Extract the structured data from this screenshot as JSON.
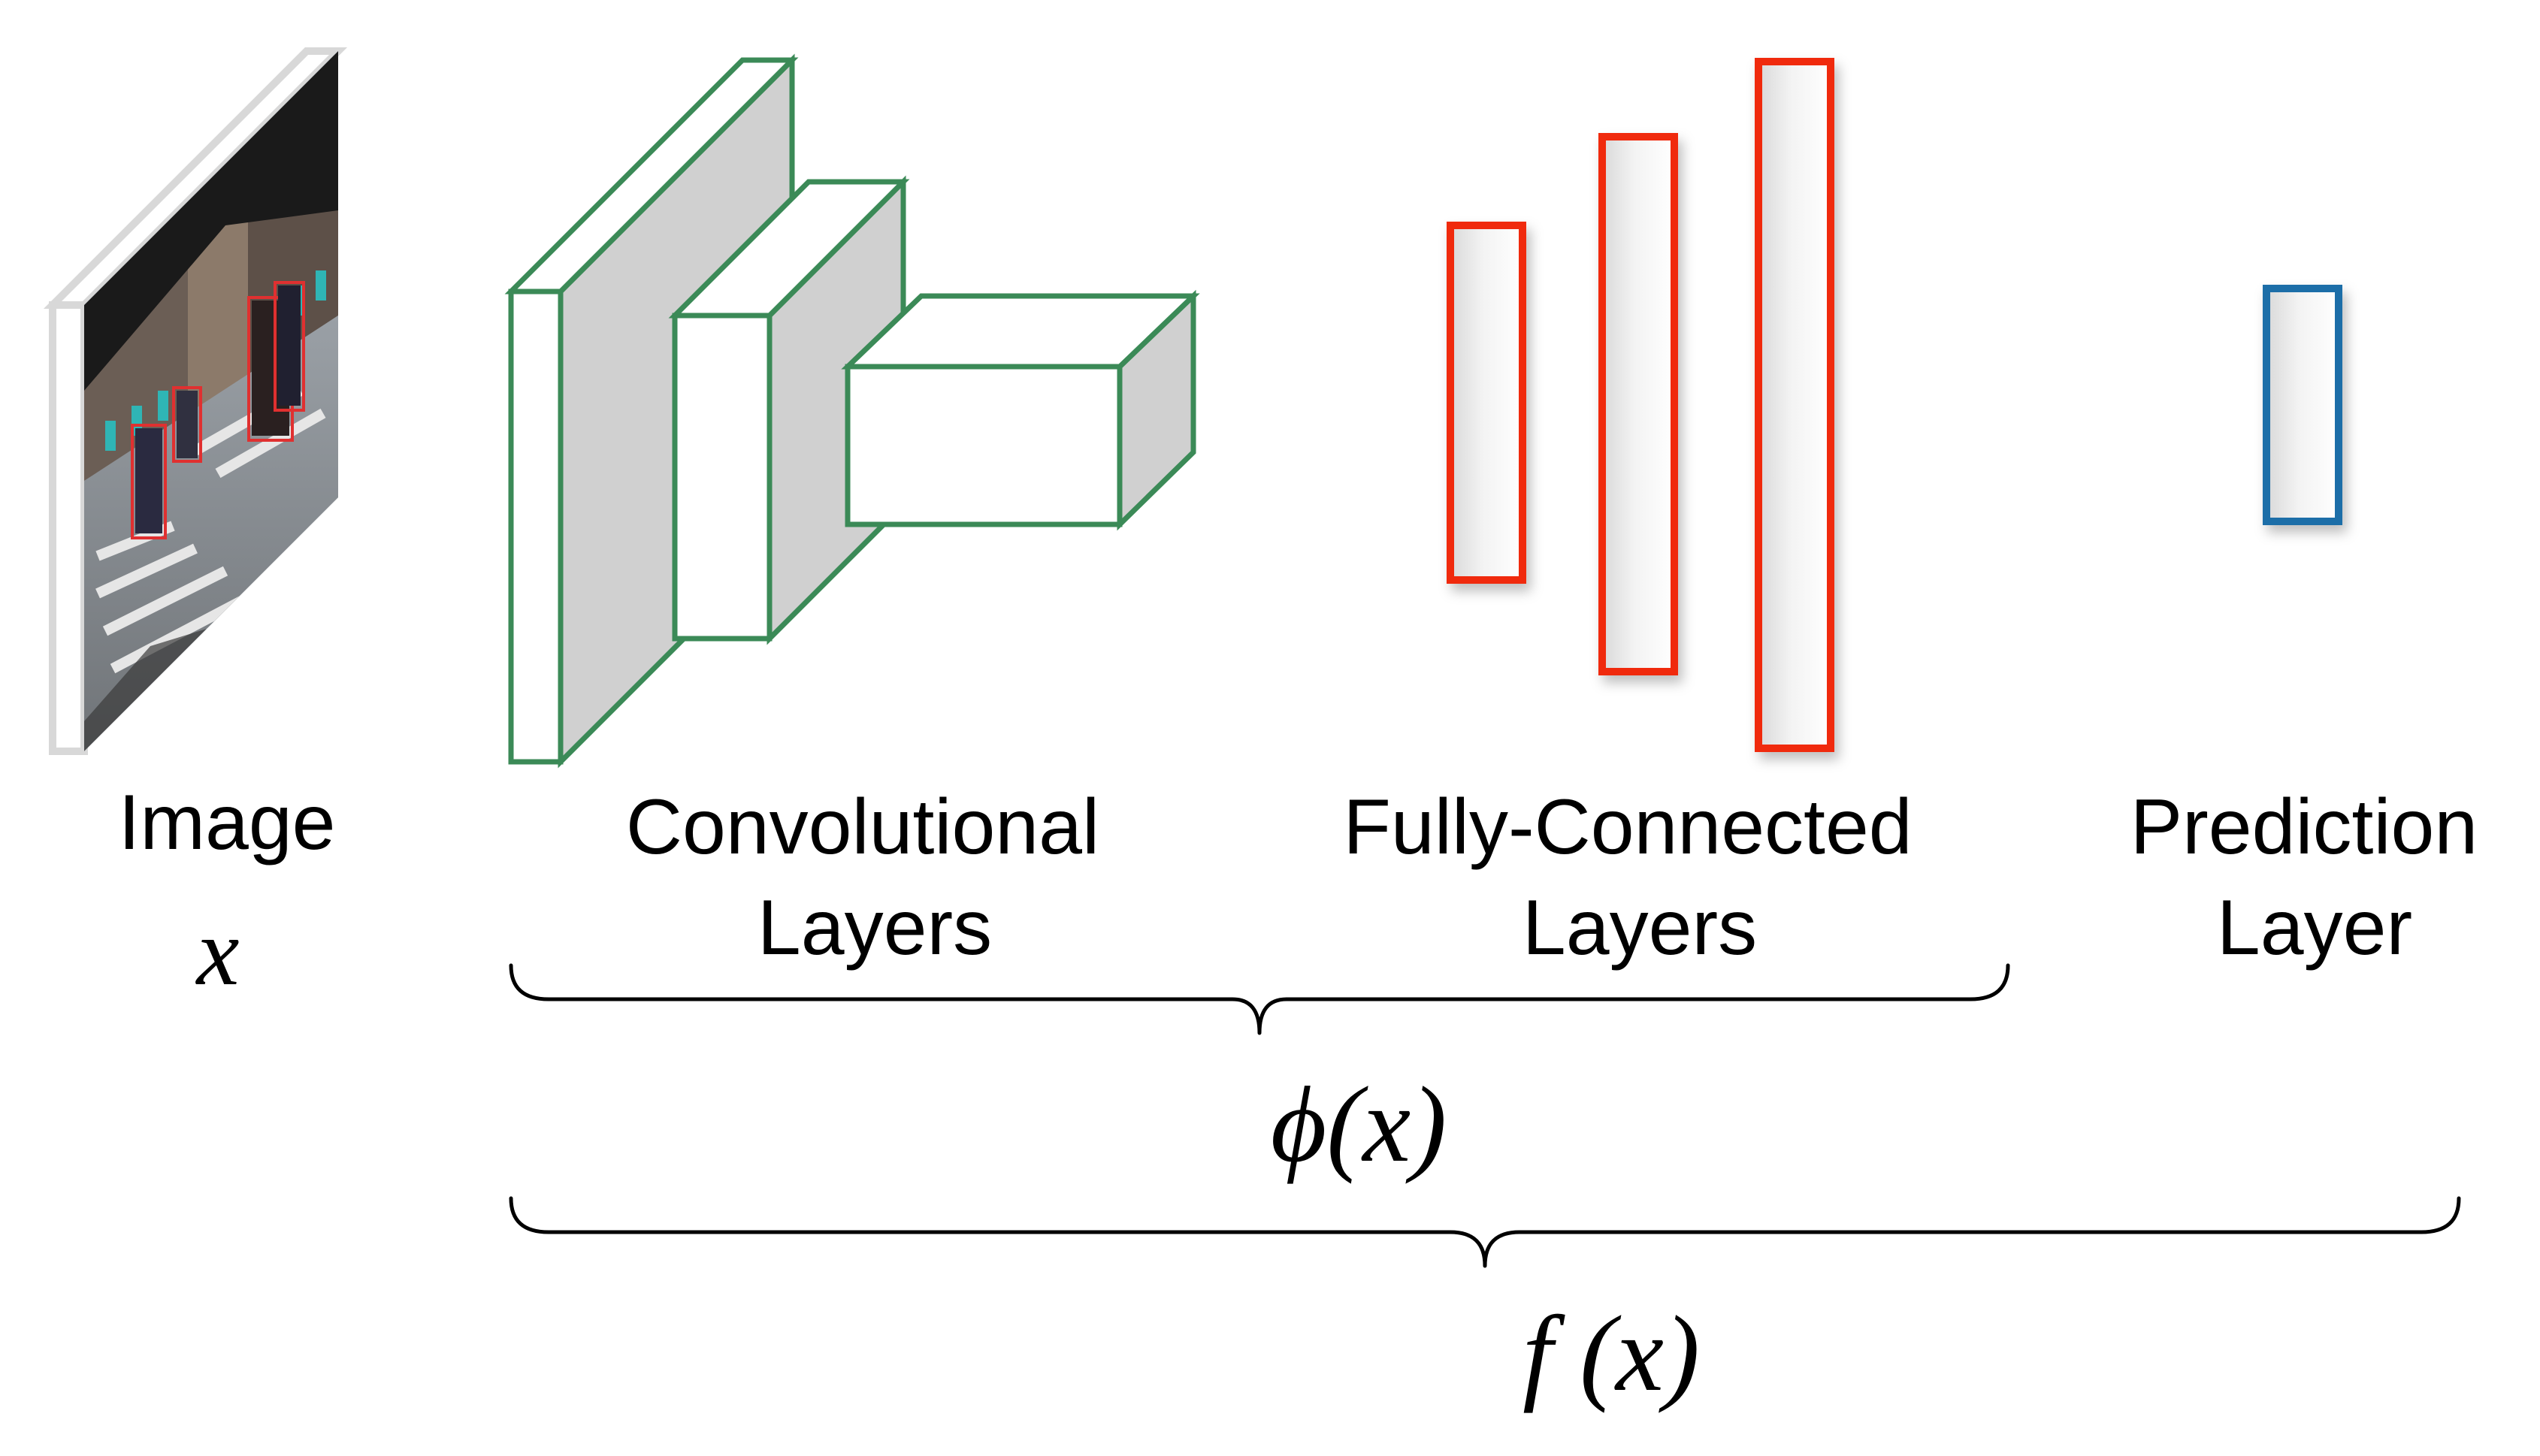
{
  "labels": {
    "image_line1": "Image",
    "image_line2": "x",
    "conv_line1": "Convolutional",
    "conv_line2": "Layers",
    "fc_line1": "Fully-Connected",
    "fc_line2": "Layers",
    "pred_line1": "Prediction",
    "pred_line2": "Layer",
    "phi": "ϕ(x)",
    "f": "f (x)"
  },
  "colors": {
    "conv_stroke": "#3b8a57",
    "conv_side_fill": "#d0d0d0",
    "fc_stroke": "#f02a10",
    "pred_stroke": "#1f6ea8",
    "brace_stroke": "#000000",
    "image_frame": "#d8d8d8"
  }
}
